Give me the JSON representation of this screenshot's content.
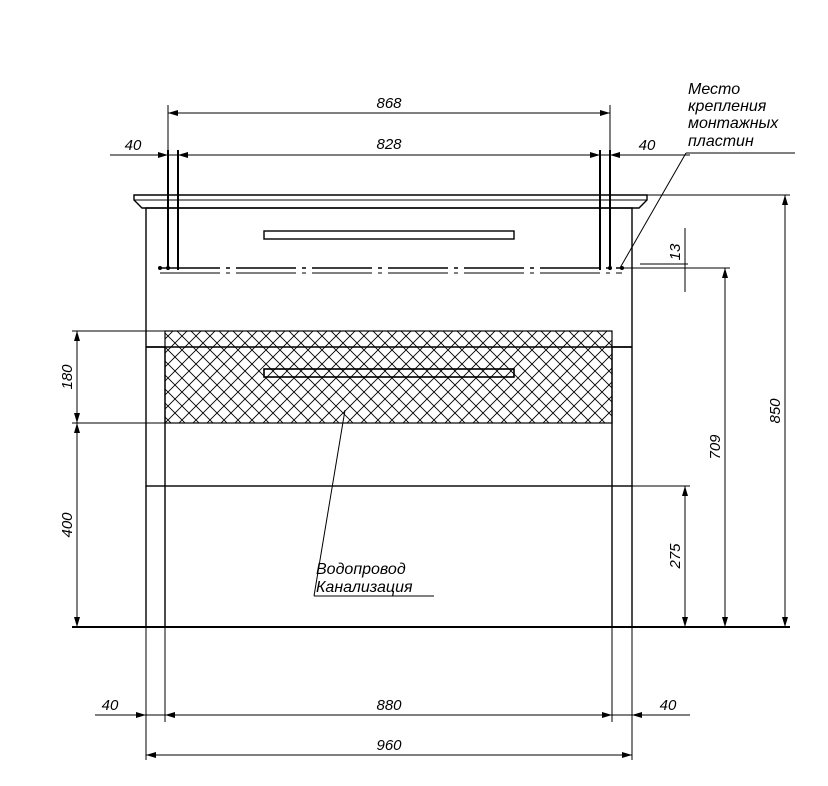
{
  "dimensions": {
    "top_overall": "868",
    "top_inner": "828",
    "top_left_offset": "40",
    "top_right_offset": "40",
    "mount_offset": "13",
    "zone_height": "180",
    "zone_bottom": "400",
    "plinth": "275",
    "mount_height": "709",
    "total_height": "850",
    "bottom_inner": "880",
    "bottom_left_offset": "40",
    "bottom_right_offset": "40",
    "bottom_overall": "960"
  },
  "labels": {
    "mount_line1": "Место",
    "mount_line2": "крепления",
    "mount_line3": "монтажных",
    "mount_line4": "пластин",
    "utility_line1": "Водопровод",
    "utility_line2": "Канализация"
  },
  "colors": {
    "line": "#000000",
    "background": "#ffffff"
  }
}
